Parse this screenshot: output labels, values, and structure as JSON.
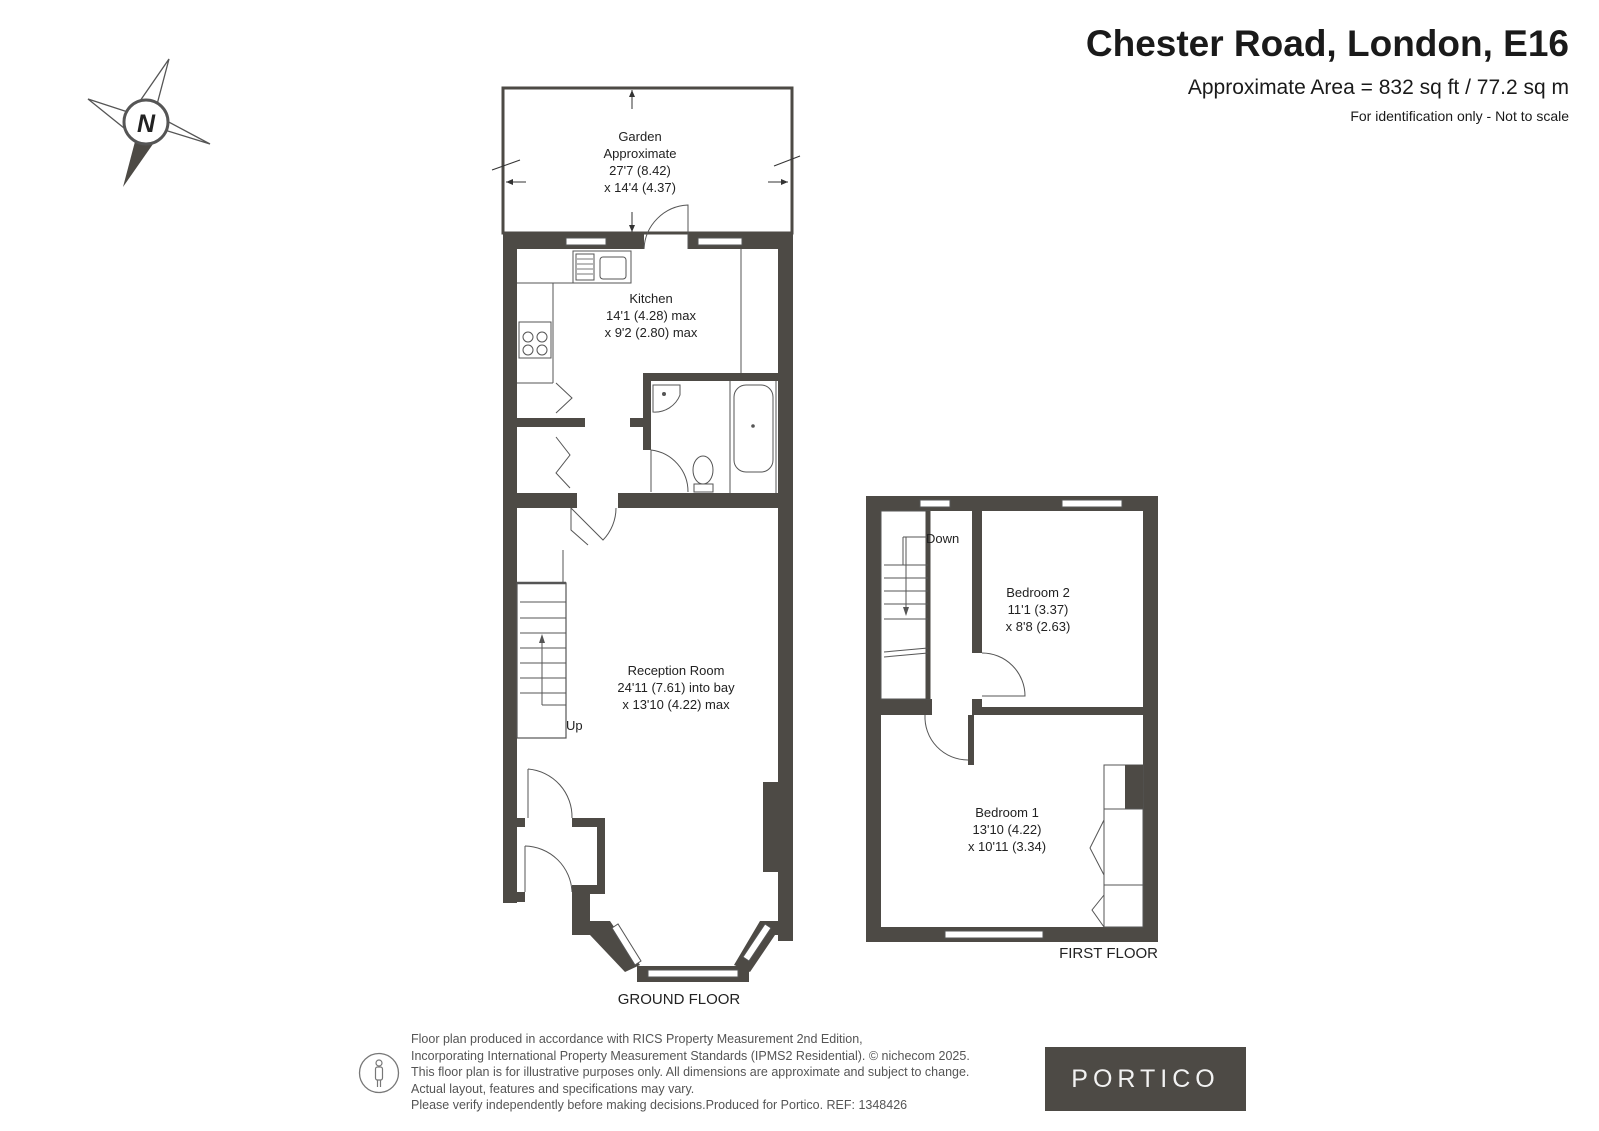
{
  "header": {
    "address": "Chester Road, London, E16",
    "area": "Approximate Area = 832 sq ft / 77.2 sq m",
    "note": "For identification only - Not to scale"
  },
  "compass": {
    "label": "N"
  },
  "ground_floor": {
    "label": "GROUND FLOOR",
    "rooms": {
      "garden": [
        "Garden",
        "Approximate",
        "27'7 (8.42)",
        "x 14'4 (4.37)"
      ],
      "kitchen": [
        "Kitchen",
        "14'1 (4.28) max",
        "x 9'2 (2.80) max"
      ],
      "reception": [
        "Reception Room",
        "24'11 (7.61) into bay",
        "x 13'10 (4.22) max"
      ]
    },
    "stairs_label": "Up"
  },
  "first_floor": {
    "label": "FIRST FLOOR",
    "rooms": {
      "bedroom2": [
        "Bedroom 2",
        "11'1 (3.37)",
        "x 8'8 (2.63)"
      ],
      "bedroom1": [
        "Bedroom 1",
        "13'10 (4.22)",
        "x 10'11 (3.34)"
      ]
    },
    "stairs_label": "Down"
  },
  "footer": {
    "lines": [
      "Floor plan produced in accordance with RICS Property Measurement 2nd Edition,",
      "Incorporating International Property Measurement Standards (IPMS2 Residential).   © nichecom 2025.",
      "This floor plan is for illustrative purposes only. All dimensions are approximate and subject to change.",
      "Actual layout, features and specifications may vary.",
      "Please verify independently before making decisions.Produced for Portico.   REF: 1348426"
    ],
    "brand": "PORTICO"
  },
  "colors": {
    "wall": "#4d4a45",
    "line": "#555555"
  }
}
